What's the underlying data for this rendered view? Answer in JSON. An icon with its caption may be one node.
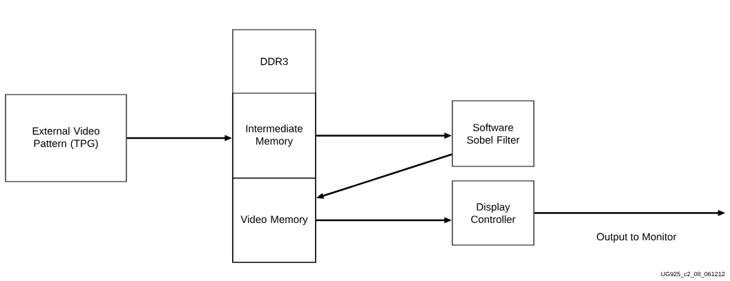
{
  "diagram": {
    "nodes": [
      {
        "text": [
          "External Video Pattern (TPG)"
        ]
      },
      {
        "text": [
          "DDR3"
        ]
      },
      {
        "text": [
          "Intermediate Memory"
        ],
        "in": 1
      },
      {
        "text": [
          "Video Memory"
        ],
        "in": 1
      },
      {
        "text": [
          "Software Sobel Filter"
        ]
      },
      {
        "text": [
          "Display Controller"
        ]
      }
    ],
    "edges": [
      {
        "from": 0,
        "to": 2,
        "arrow": "to"
      },
      {
        "from": 2,
        "to": 4,
        "arrow": "to"
      },
      {
        "from": 4,
        "to": 3,
        "arrow": "to"
      },
      {
        "from": 3,
        "to": 5,
        "arrow": "to"
      },
      {
        "from": 5,
        "to": null,
        "arrow": "to",
        "label": "Output to Monitor"
      }
    ],
    "labels": [
      "UG925_c2_08_061212"
    ]
  }
}
